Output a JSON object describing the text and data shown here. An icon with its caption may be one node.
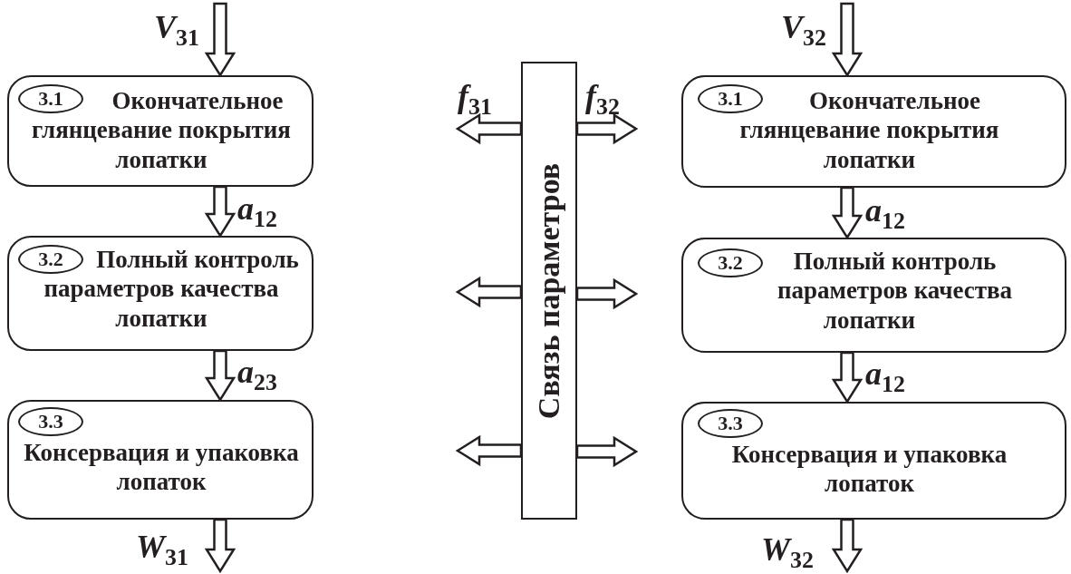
{
  "diagram": {
    "nodes": [
      {
        "text": [
          "Окончательное глянцевание покрытия лопатки"
        ]
      },
      {
        "text": [
          "3.1"
        ],
        "in": 0
      },
      {
        "text": [
          "Полный контроль параметров качества лопатки"
        ]
      },
      {
        "text": [
          "3.2"
        ],
        "in": 2
      },
      {
        "text": [
          "Консервация и упаковка лопаток"
        ]
      },
      {
        "text": [
          "3.3"
        ],
        "in": 4
      },
      {
        "text": [
          "Связь параметров"
        ]
      },
      {
        "text": [
          "Окончательное глянцевание покрытия лопатки"
        ]
      },
      {
        "text": [
          "3.1"
        ],
        "in": 7
      },
      {
        "text": [
          "Полный контроль параметров качества лопатки"
        ]
      },
      {
        "text": [
          "3.2"
        ],
        "in": 9
      },
      {
        "text": [
          "Консервация и упаковка лопаток"
        ]
      },
      {
        "text": [
          "3.3"
        ],
        "in": 11
      }
    ],
    "edges": [
      {
        "from": null,
        "to": 0,
        "arrow": "to",
        "label": "V$_{31}$"
      },
      {
        "from": 0,
        "to": 2,
        "arrow": "to",
        "label": "a$_{12}$"
      },
      {
        "from": 2,
        "to": 4,
        "arrow": "to",
        "label": "a$_{23}$"
      },
      {
        "from": 4,
        "to": null,
        "arrow": "to",
        "label": "W$_{31}$"
      },
      {
        "from": 6,
        "to": null,
        "arrow": "to",
        "label": "f$_{31}$"
      },
      {
        "from": 6,
        "to": null,
        "arrow": "to"
      },
      {
        "from": 6,
        "to": null,
        "arrow": "to"
      },
      {
        "from": 6,
        "to": null,
        "arrow": "to",
        "label": "f$_{32}$"
      },
      {
        "from": 6,
        "to": null,
        "arrow": "to"
      },
      {
        "from": 6,
        "to": null,
        "arrow": "to"
      },
      {
        "from": null,
        "to": 7,
        "arrow": "to",
        "label": "V$_{32}$"
      },
      {
        "from": 7,
        "to": 9,
        "arrow": "to",
        "label": "a$_{12}$"
      },
      {
        "from": 9,
        "to": 11,
        "arrow": "to",
        "label": "a$_{12}$"
      },
      {
        "from": 11,
        "to": null,
        "arrow": "to",
        "label": "W$_{32}$"
      }
    ]
  }
}
